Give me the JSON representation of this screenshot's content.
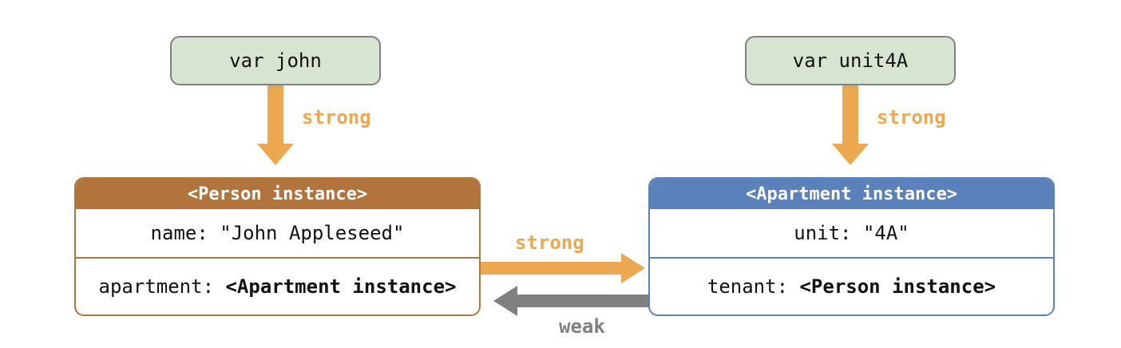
{
  "theme": {
    "canvas_bg": "#ffffff",
    "green_fill": "#d6e4d1",
    "green_border": "#7d827d",
    "person_color": "#b1743d",
    "apartment_color": "#5a81ba",
    "strong_color": "#eca851",
    "weak_color": "#808080",
    "text_color": "#111111"
  },
  "variables": [
    {
      "name": "var john"
    },
    {
      "name": "var unit4A"
    }
  ],
  "person_box": {
    "title": "<Person instance>",
    "rows": [
      {
        "text": "name: \"John Appleseed\""
      },
      {
        "label": "apartment: ",
        "value": "<Apartment instance>"
      }
    ]
  },
  "apartment_box": {
    "title": "<Apartment instance>",
    "rows": [
      {
        "text": "unit: \"4A\""
      },
      {
        "label": "tenant: ",
        "value": "<Person instance>"
      }
    ]
  },
  "arrows": [
    {
      "label": "strong",
      "from": "var john",
      "to": "<Person instance>",
      "direction": "down"
    },
    {
      "label": "strong",
      "from": "var unit4A",
      "to": "<Apartment instance>",
      "direction": "down"
    },
    {
      "label": "strong",
      "from": "<Person instance>",
      "to": "<Apartment instance>",
      "direction": "right"
    },
    {
      "label": "weak",
      "from": "<Apartment instance>",
      "to": "<Person instance>",
      "direction": "left"
    }
  ]
}
